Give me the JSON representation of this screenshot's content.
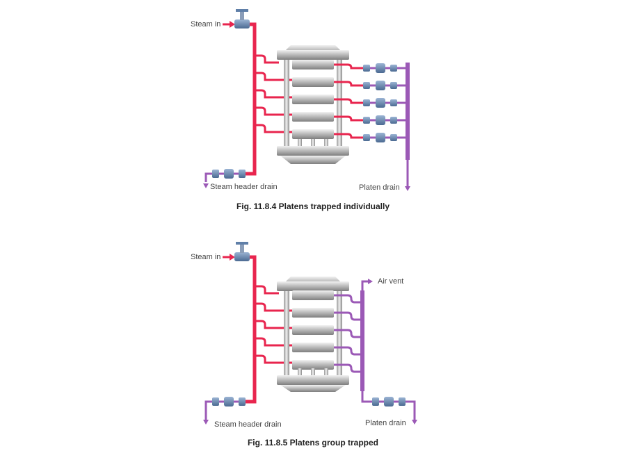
{
  "colors": {
    "steam": "#e8254e",
    "condensate": "#9b59b6",
    "platen_light": "#dcdcdc",
    "platen_dark": "#8c8c8c",
    "valve": "#5f7fa8",
    "valve_handle": "#d63a5c"
  },
  "figures": [
    {
      "caption": "Fig. 11.8.4 Platens trapped individually",
      "steam_in": "Steam in",
      "header_drain": "Steam header drain",
      "platen_drain": "Platen drain"
    },
    {
      "caption": "Fig. 11.8.5 Platens group trapped",
      "steam_in": "Steam in",
      "header_drain": "Steam header drain",
      "platen_drain": "Platen drain",
      "air_vent": "Air vent"
    }
  ]
}
